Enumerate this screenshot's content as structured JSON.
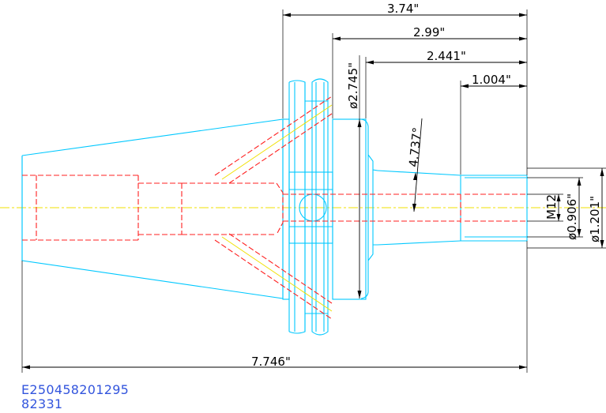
{
  "dimensions": {
    "overall_length_top": "3.74\"",
    "length_2": "2.99\"",
    "length_3": "2.441\"",
    "length_4": "1.004\"",
    "flange_diameter": "ø2.745\"",
    "taper_angle": "4.737°",
    "thread": "M12",
    "nose_diameter_small": "ø0.906\"",
    "nose_diameter_large": "ø1.201\"",
    "total_length": "7.746\""
  },
  "part_codes": {
    "line1": "E250458201295",
    "line2": "82331"
  },
  "colors": {
    "outline": "#00c8ff",
    "hidden": "#ff2020",
    "centerline": "#f0e000",
    "dimension": "#000000",
    "code_text": "#3355dd"
  }
}
